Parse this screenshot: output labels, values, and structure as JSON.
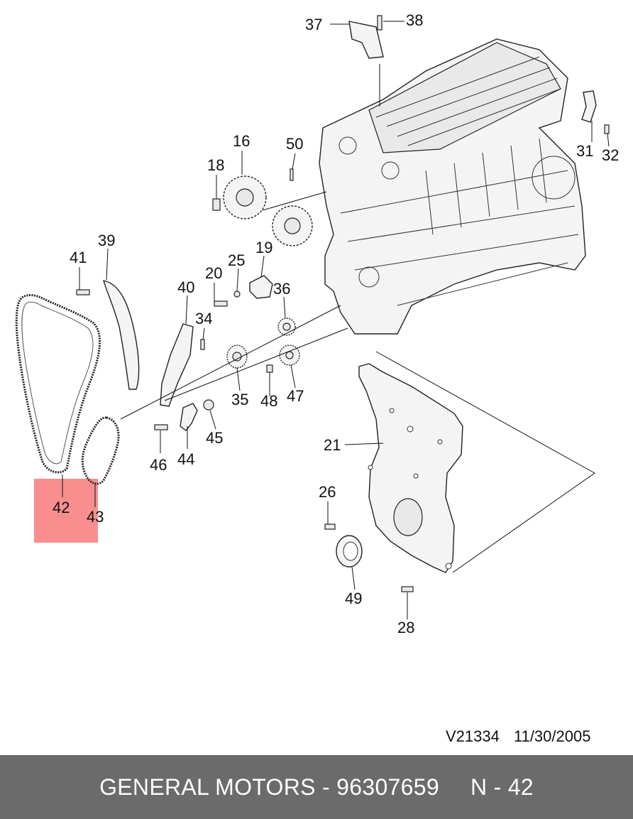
{
  "diagram": {
    "highlighted_part": "42",
    "callouts": [
      "37",
      "38",
      "16",
      "50",
      "18",
      "31",
      "32",
      "39",
      "41",
      "25",
      "19",
      "20",
      "40",
      "36",
      "34",
      "35",
      "48",
      "47",
      "21",
      "44",
      "45",
      "46",
      "26",
      "42",
      "43",
      "49",
      "28"
    ]
  },
  "meta": {
    "drawing_id": "V21334",
    "date": "11/30/2005"
  },
  "footer": {
    "brand": "GENERAL MOTORS",
    "dash": "-",
    "part_number": "96307659",
    "ref": "N - 42"
  },
  "colors": {
    "highlight": "#f77a7a",
    "footer_bg": "#6b6b6b",
    "footer_text": "#ffffff"
  }
}
